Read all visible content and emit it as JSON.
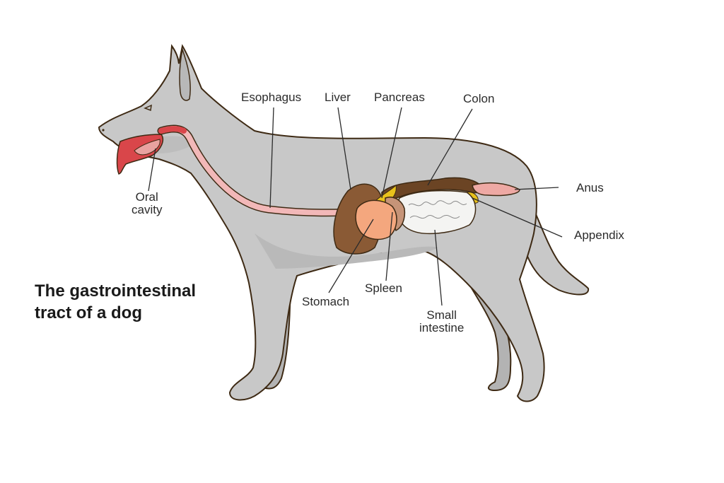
{
  "title": {
    "line1": "The gastrointestinal",
    "line2": "tract of a dog"
  },
  "labels": {
    "esophagus": "Esophagus",
    "liver": "Liver",
    "pancreas": "Pancreas",
    "colon": "Colon",
    "anus": "Anus",
    "appendix": "Appendix",
    "oral_cavity_1": "Oral",
    "oral_cavity_2": "cavity",
    "stomach": "Stomach",
    "spleen": "Spleen",
    "small_intestine_1": "Small",
    "small_intestine_2": "intestine"
  },
  "colors": {
    "body": "#c8c8c8",
    "body_shadow": "#b7b7b7",
    "outline": "#3e2a14",
    "esophagus": "#f2b8b8",
    "oral_red": "#d9464a",
    "liver": "#8a5a35",
    "stomach": "#f4a77e",
    "pancreas": "#e8c11c",
    "spleen": "#c69478",
    "colon": "#6b4424",
    "small_intestine": "#f4f4f2",
    "rectum": "#eea9a4",
    "leader_line": "#2b2b2b"
  }
}
